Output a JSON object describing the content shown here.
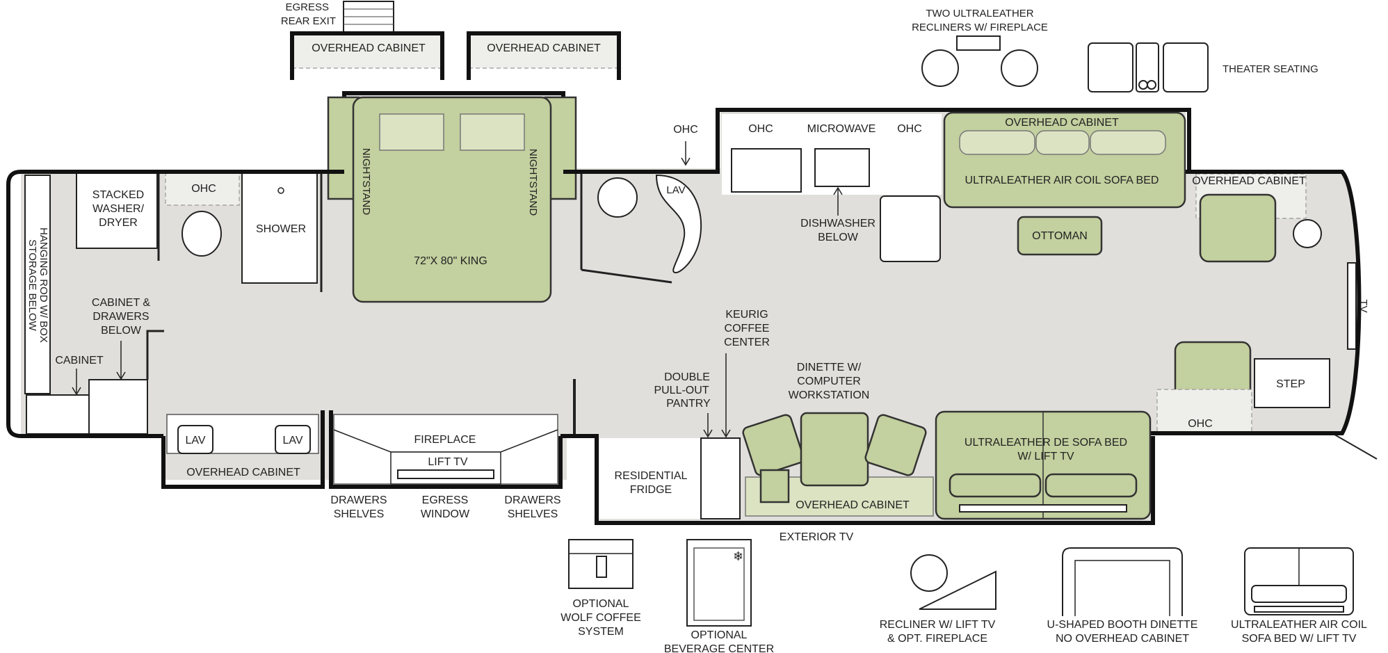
{
  "colors": {
    "floor": "#e0dfdb",
    "upholstery": "#c3d09f",
    "wall": "#111111"
  },
  "labels": {
    "egress_rear_exit": [
      "EGRESS",
      "REAR EXIT"
    ],
    "overhead_cabinet": "OVERHEAD CABINET",
    "two_recliners": [
      "TWO ULTRALEATHER",
      "RECLINERS W/ FIREPLACE"
    ],
    "theater_seating": "THEATER SEATING",
    "nightstand": "NIGHTSTAND",
    "king_bed": "72\"X 80\" KING",
    "ohc": "OHC",
    "microwave": "MICROWAVE",
    "lav": "LAV",
    "stacked_washer_dryer": [
      "STACKED",
      "WASHER/",
      "DRYER"
    ],
    "shower": "SHOWER",
    "sofa_bed_top": "ULTRALEATHER AIR COIL SOFA BED",
    "ottoman": "OTTOMAN",
    "dishwasher_below": [
      "DISHWASHER",
      "BELOW"
    ],
    "hanging_rod": [
      "HANGING ROD W/ BOX",
      "STORAGE BELOW"
    ],
    "cabinet_drawers_below": [
      "CABINET &",
      "DRAWERS",
      "BELOW"
    ],
    "cabinet": "CABINET",
    "keurig": [
      "KEURIG",
      "COFFEE",
      "CENTER"
    ],
    "double_pantry": [
      "DOUBLE",
      "PULL-OUT",
      "PANTRY"
    ],
    "dinette": [
      "DINETTE W/",
      "COMPUTER",
      "WORKSTATION"
    ],
    "tv": "TV",
    "step": "STEP",
    "fireplace": "FIREPLACE",
    "lift_tv": "LIFT TV",
    "de_sofa_bed": [
      "ULTRALEATHER DE SOFA BED",
      "W/ LIFT TV"
    ],
    "residential_fridge": [
      "RESIDENTIAL",
      "FRIDGE"
    ],
    "drawers_shelves": [
      "DRAWERS",
      "SHELVES"
    ],
    "egress_window": [
      "EGRESS",
      "WINDOW"
    ],
    "exterior_tv": "EXTERIOR TV",
    "optional_wolf": [
      "OPTIONAL",
      "WOLF COFFEE",
      "SYSTEM"
    ],
    "optional_beverage": [
      "OPTIONAL",
      "BEVERAGE CENTER"
    ],
    "recliner_lift_tv": [
      "RECLINER W/ LIFT TV",
      "& OPT. FIREPLACE"
    ],
    "u_booth": [
      "U-SHAPED BOOTH DINETTE",
      "NO OVERHEAD CABINET"
    ],
    "air_coil_lift": [
      "ULTRALEATHER AIR COIL",
      "SOFA BED W/ LIFT TV"
    ]
  }
}
